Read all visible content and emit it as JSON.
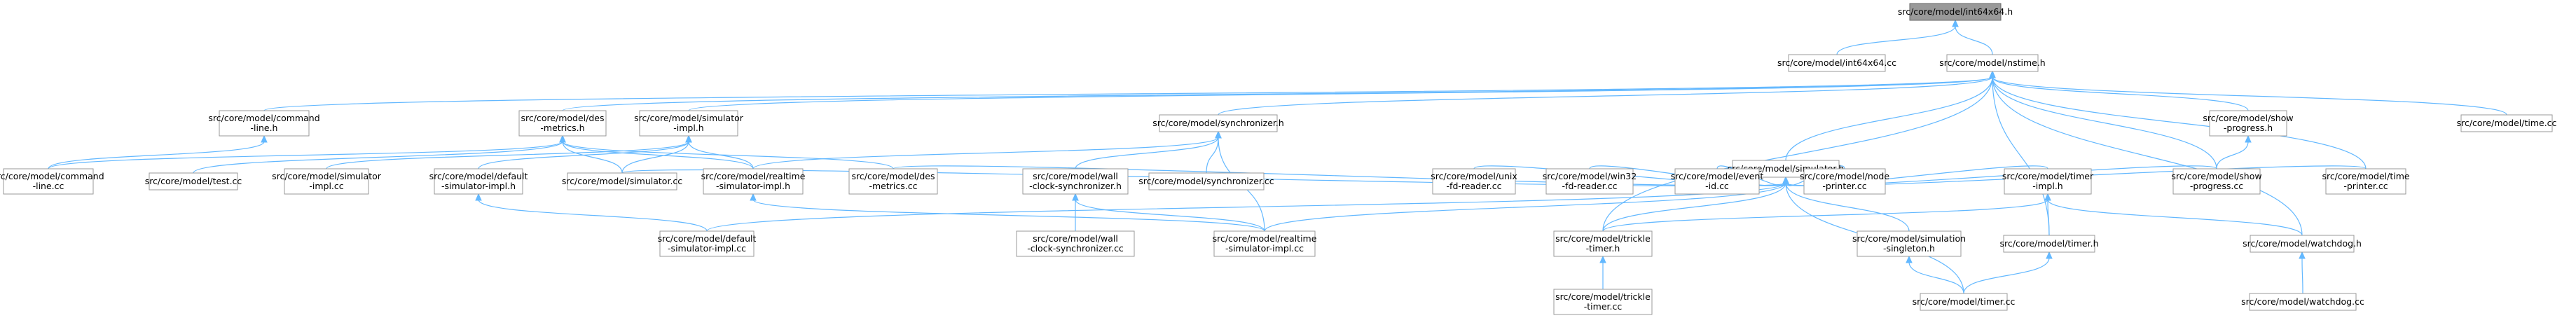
{
  "graph": {
    "colors": {
      "edge": "#63b8ff",
      "root_fill": "#999999",
      "node_border": "#999999",
      "node_fill": "#ffffff"
    },
    "nodes": [
      {
        "id": "int64x64h",
        "lines": [
          "src/core/model/int64x64.h"
        ],
        "root": true
      },
      {
        "id": "int64x64cc",
        "lines": [
          "src/core/model/int64x64.cc"
        ]
      },
      {
        "id": "nstimeh",
        "lines": [
          "src/core/model/nstime.h"
        ]
      },
      {
        "id": "cmdlineh",
        "lines": [
          "src/core/model/command",
          "-line.h"
        ]
      },
      {
        "id": "desmetricsh",
        "lines": [
          "src/core/model/des",
          "-metrics.h"
        ]
      },
      {
        "id": "simimplh",
        "lines": [
          "src/core/model/simulator",
          "-impl.h"
        ]
      },
      {
        "id": "synchh",
        "lines": [
          "src/core/model/synchronizer.h"
        ]
      },
      {
        "id": "simh",
        "lines": [
          "src/core/model/simulator.h"
        ]
      },
      {
        "id": "showprogh",
        "lines": [
          "src/core/model/show",
          "-progress.h"
        ]
      },
      {
        "id": "timecc",
        "lines": [
          "src/core/model/time.cc"
        ]
      },
      {
        "id": "cmdlinecc",
        "lines": [
          "src/core/model/command",
          "-line.cc"
        ]
      },
      {
        "id": "testcc",
        "lines": [
          "src/core/model/test.cc"
        ]
      },
      {
        "id": "simimplcc",
        "lines": [
          "src/core/model/simulator",
          "-impl.cc"
        ]
      },
      {
        "id": "defsimimplh",
        "lines": [
          "src/core/model/default",
          "-simulator-impl.h"
        ]
      },
      {
        "id": "simulatorcc",
        "lines": [
          "src/core/model/simulator.cc"
        ]
      },
      {
        "id": "rtsimimplh",
        "lines": [
          "src/core/model/realtime",
          "-simulator-impl.h"
        ]
      },
      {
        "id": "desmetricscc",
        "lines": [
          "src/core/model/des",
          "-metrics.cc"
        ]
      },
      {
        "id": "wallclkh",
        "lines": [
          "src/core/model/wall",
          "-clock-synchronizer.h"
        ]
      },
      {
        "id": "synchcc",
        "lines": [
          "src/core/model/synchronizer.cc"
        ]
      },
      {
        "id": "unixfdcc",
        "lines": [
          "src/core/model/unix",
          "-fd-reader.cc"
        ]
      },
      {
        "id": "win32fdcc",
        "lines": [
          "src/core/model/win32",
          "-fd-reader.cc"
        ]
      },
      {
        "id": "eventidcc",
        "lines": [
          "src/core/model/event",
          "-id.cc"
        ]
      },
      {
        "id": "nodeprintcc",
        "lines": [
          "src/core/model/node",
          "-printer.cc"
        ]
      },
      {
        "id": "timerimplh",
        "lines": [
          "src/core/model/timer",
          "-impl.h"
        ]
      },
      {
        "id": "showprogcc",
        "lines": [
          "src/core/model/show",
          "-progress.cc"
        ]
      },
      {
        "id": "timeprintcc",
        "lines": [
          "src/core/model/time",
          "-printer.cc"
        ]
      },
      {
        "id": "defsimimplcc",
        "lines": [
          "src/core/model/default",
          "-simulator-impl.cc"
        ]
      },
      {
        "id": "wallclkcc",
        "lines": [
          "src/core/model/wall",
          "-clock-synchronizer.cc"
        ]
      },
      {
        "id": "rtsimimplcc",
        "lines": [
          "src/core/model/realtime",
          "-simulator-impl.cc"
        ]
      },
      {
        "id": "trickleh",
        "lines": [
          "src/core/model/trickle",
          "-timer.h"
        ]
      },
      {
        "id": "simsingh",
        "lines": [
          "src/core/model/simulation",
          "-singleton.h"
        ]
      },
      {
        "id": "timerh",
        "lines": [
          "src/core/model/timer.h"
        ]
      },
      {
        "id": "watchdogh",
        "lines": [
          "src/core/model/watchdog.h"
        ]
      },
      {
        "id": "tricklecc",
        "lines": [
          "src/core/model/trickle",
          "-timer.cc"
        ]
      },
      {
        "id": "timercc",
        "lines": [
          "src/core/model/timer.cc"
        ]
      },
      {
        "id": "watchdogcc",
        "lines": [
          "src/core/model/watchdog.cc"
        ]
      }
    ],
    "edges": [
      [
        "int64x64h",
        "int64x64cc"
      ],
      [
        "int64x64h",
        "nstimeh"
      ],
      [
        "nstimeh",
        "cmdlineh"
      ],
      [
        "nstimeh",
        "desmetricsh"
      ],
      [
        "nstimeh",
        "simimplh"
      ],
      [
        "nstimeh",
        "synchh"
      ],
      [
        "nstimeh",
        "simh"
      ],
      [
        "nstimeh",
        "showprogh"
      ],
      [
        "nstimeh",
        "timecc"
      ],
      [
        "nstimeh",
        "trickleh"
      ],
      [
        "nstimeh",
        "timerh"
      ],
      [
        "nstimeh",
        "watchdogh"
      ],
      [
        "nstimeh",
        "showprogcc"
      ],
      [
        "nstimeh",
        "timeprintcc"
      ],
      [
        "cmdlineh",
        "cmdlinecc"
      ],
      [
        "desmetricsh",
        "cmdlinecc"
      ],
      [
        "desmetricsh",
        "testcc"
      ],
      [
        "desmetricsh",
        "simulatorcc"
      ],
      [
        "desmetricsh",
        "rtsimimplh"
      ],
      [
        "desmetricsh",
        "desmetricscc"
      ],
      [
        "simimplh",
        "simimplcc"
      ],
      [
        "simimplh",
        "defsimimplh"
      ],
      [
        "simimplh",
        "simulatorcc"
      ],
      [
        "simimplh",
        "rtsimimplh"
      ],
      [
        "synchh",
        "rtsimimplh"
      ],
      [
        "synchh",
        "wallclkh"
      ],
      [
        "synchh",
        "synchcc"
      ],
      [
        "synchh",
        "rtsimimplcc"
      ],
      [
        "simh",
        "desmetricscc"
      ],
      [
        "simh",
        "simulatorcc"
      ],
      [
        "simh",
        "defsimimplcc"
      ],
      [
        "simh",
        "unixfdcc"
      ],
      [
        "simh",
        "win32fdcc"
      ],
      [
        "simh",
        "eventidcc"
      ],
      [
        "simh",
        "nodeprintcc"
      ],
      [
        "simh",
        "timerimplh"
      ],
      [
        "simh",
        "showprogcc"
      ],
      [
        "simh",
        "timeprintcc"
      ],
      [
        "simh",
        "rtsimimplcc"
      ],
      [
        "simh",
        "simsingh"
      ],
      [
        "simh",
        "trickleh"
      ],
      [
        "simh",
        "timercc"
      ],
      [
        "showprogh",
        "showprogcc"
      ],
      [
        "defsimimplh",
        "defsimimplcc"
      ],
      [
        "rtsimimplh",
        "rtsimimplcc"
      ],
      [
        "wallclkh",
        "wallclkcc"
      ],
      [
        "wallclkh",
        "rtsimimplcc"
      ],
      [
        "timerimplh",
        "trickleh"
      ],
      [
        "timerimplh",
        "timerh"
      ],
      [
        "timerimplh",
        "watchdogh"
      ],
      [
        "trickleh",
        "tricklecc"
      ],
      [
        "simsingh",
        "timercc"
      ],
      [
        "timerh",
        "timercc"
      ],
      [
        "watchdogh",
        "watchdogcc"
      ]
    ]
  }
}
